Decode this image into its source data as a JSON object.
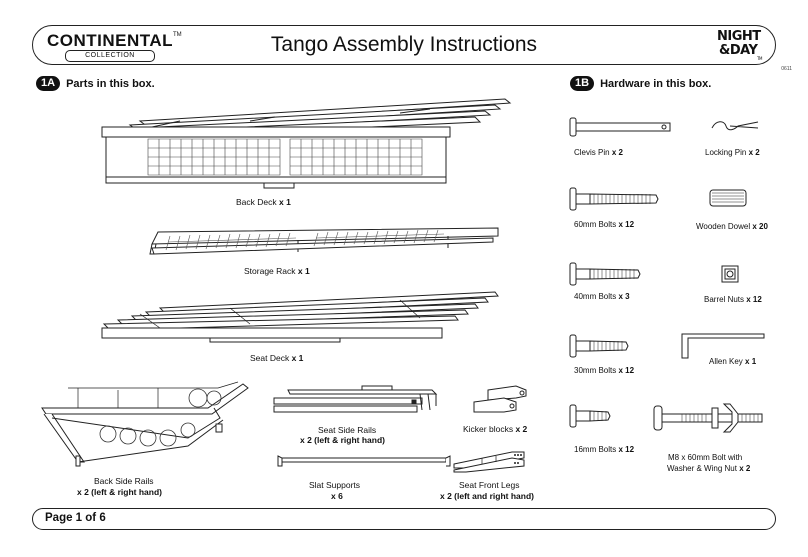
{
  "header": {
    "brand_name": "CONTINENTAL",
    "brand_tm": "TM",
    "brand_sub": "COLLECTION",
    "title": "Tango Assembly Instructions",
    "logo_line1": "NIGHT",
    "logo_line2": "&DAY",
    "logo_tm": "TM",
    "logo_code": "0611"
  },
  "parts": {
    "badge": "1A",
    "heading": "Parts in this box.",
    "back_deck": {
      "name": "Back Deck",
      "qty": "x 1"
    },
    "storage_rack": {
      "name": "Storage Rack",
      "qty": "x 1"
    },
    "seat_deck": {
      "name": "Seat Deck",
      "qty": "x 1"
    },
    "back_side_rails": {
      "name": "Back Side Rails",
      "qty": "x 2 (left & right hand)"
    },
    "seat_side_rails": {
      "name": "Seat Side Rails",
      "qty": "x 2 (left & right hand)"
    },
    "slat_supports": {
      "name": "Slat Supports",
      "qty": "x 6"
    },
    "kicker_blocks": {
      "name": "Kicker blocks",
      "qty": "x 2"
    },
    "seat_front_legs": {
      "name": "Seat Front Legs",
      "qty": "x 2 (left and right hand)"
    }
  },
  "hardware": {
    "badge": "1B",
    "heading": "Hardware in this box.",
    "clevis_pin": {
      "name": "Clevis Pin",
      "qty": "x 2"
    },
    "locking_pin": {
      "name": "Locking Pin",
      "qty": "x 2"
    },
    "bolts_60": {
      "name": "60mm Bolts",
      "qty": "x 12"
    },
    "wooden_dowel": {
      "name": "Wooden Dowel",
      "qty": "x 20"
    },
    "bolts_40": {
      "name": "40mm Bolts",
      "qty": "x 3"
    },
    "barrel_nuts": {
      "name": "Barrel Nuts",
      "qty": "x 12"
    },
    "bolts_30": {
      "name": "30mm Bolts",
      "qty": "x 12"
    },
    "allen_key": {
      "name": "Allen Key",
      "qty": "x 1"
    },
    "bolts_16": {
      "name": "16mm Bolts",
      "qty": "x 12"
    },
    "m8_bolt": {
      "name_line1": "M8 x 60mm Bolt with",
      "name_line2": "Washer & Wing Nut",
      "qty": "x 2"
    }
  },
  "footer": {
    "page": "Page 1 of 6"
  }
}
